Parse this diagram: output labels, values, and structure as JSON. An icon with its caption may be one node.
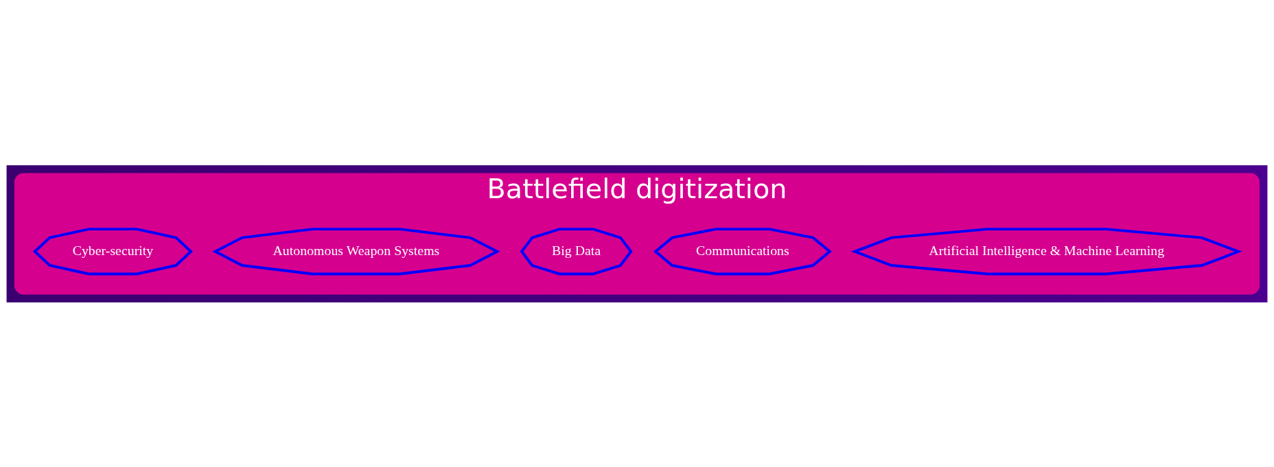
{
  "diagram": {
    "nodes": [
      {
        "text": [
          "Battlefield digitization"
        ]
      },
      {
        "text": [
          "Artificial Intelligence & Machine Learning"
        ],
        "in": 0
      },
      {
        "text": [
          "Communications"
        ],
        "in": 0
      },
      {
        "text": [
          "Big Data"
        ],
        "in": 0
      },
      {
        "text": [
          "Autonomous Weapon Systems"
        ],
        "in": 0
      },
      {
        "text": [
          "Cyber-security"
        ],
        "in": 0
      }
    ]
  }
}
